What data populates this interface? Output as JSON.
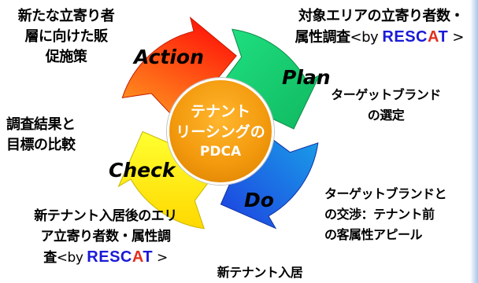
{
  "center": {
    "line1": "テナント",
    "line2": "リーシングの",
    "line3": "PDCA"
  },
  "phases": {
    "action": "Action",
    "plan": "Plan",
    "do": "Do",
    "check": "Check"
  },
  "labels": {
    "top_left": {
      "line1": "新たな立寄り者",
      "line2": "層に向けた販",
      "line3": "促施策"
    },
    "top_right": {
      "line1": "対象エリアの立寄り者数・",
      "line2_prefix": "属性調査",
      "line2_by": "<by ",
      "line2_suffix": " >"
    },
    "plan_note": {
      "line1": "ターゲットブランド",
      "line2": "の選定"
    },
    "check_note": {
      "line1": "調査結果と",
      "line2": "目標の比較"
    },
    "do_note": {
      "line1": "ターゲットブランドと",
      "line2": "の交渉：テナント前",
      "line3": "の客属性アピール"
    },
    "bottom_left": {
      "line1": "新テナント入居後のエリ",
      "line2": "ア立寄り者数・属性調",
      "line3_prefix": "査",
      "line3_by": "<by ",
      "line3_suffix": " >"
    },
    "bottom": "新テナント入居"
  },
  "brand": {
    "name_start": "RESC",
    "name_star": "A",
    "name_end": "T",
    "star_color": "#e0301e",
    "text_color": "#1a1ad8"
  },
  "colors": {
    "action": "#ff1a0a",
    "plan": "#18d070",
    "do": "#1d5be8",
    "check": "#ffee00",
    "center": "#f39a0e"
  }
}
